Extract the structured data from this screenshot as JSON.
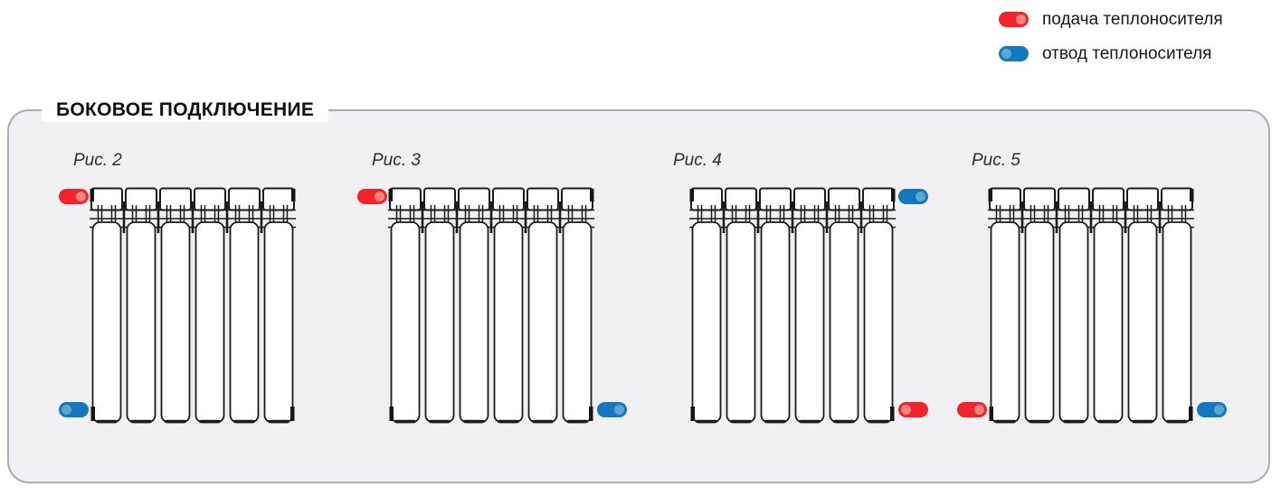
{
  "legend": {
    "items": [
      {
        "id": "supply",
        "label": "подача теплоносителя",
        "color": "#f2232b",
        "dot_color": "#f8857d"
      },
      {
        "id": "return",
        "label": "отвод теплоносителя",
        "color": "#1478bd",
        "dot_color": "#5fa6cf"
      }
    ]
  },
  "panel": {
    "title": "БОКОВОЕ ПОДКЛЮЧЕНИЕ",
    "figures": [
      {
        "label": "Рис. 2",
        "connections": [
          {
            "type": "supply",
            "position": "top-left",
            "dot": "right"
          },
          {
            "type": "return",
            "position": "bottom-left",
            "dot": "left"
          }
        ]
      },
      {
        "label": "Рис. 3",
        "connections": [
          {
            "type": "supply",
            "position": "top-left",
            "dot": "right"
          },
          {
            "type": "return",
            "position": "bottom-right",
            "dot": "right"
          }
        ]
      },
      {
        "label": "Рис. 4",
        "connections": [
          {
            "type": "return",
            "position": "top-right",
            "dot": "right"
          },
          {
            "type": "supply",
            "position": "bottom-right",
            "dot": "left"
          }
        ]
      },
      {
        "label": "Рис. 5",
        "connections": [
          {
            "type": "supply",
            "position": "bottom-left",
            "dot": "right"
          },
          {
            "type": "return",
            "position": "bottom-right",
            "dot": "right"
          }
        ]
      }
    ],
    "radiator": {
      "sections": 6
    }
  },
  "colors": {
    "supply": "#f2232b",
    "return": "#1478bd",
    "panel_background": "#f1f1f4",
    "panel_border": "#abaeb4",
    "line_art": "#1b1b1b"
  }
}
